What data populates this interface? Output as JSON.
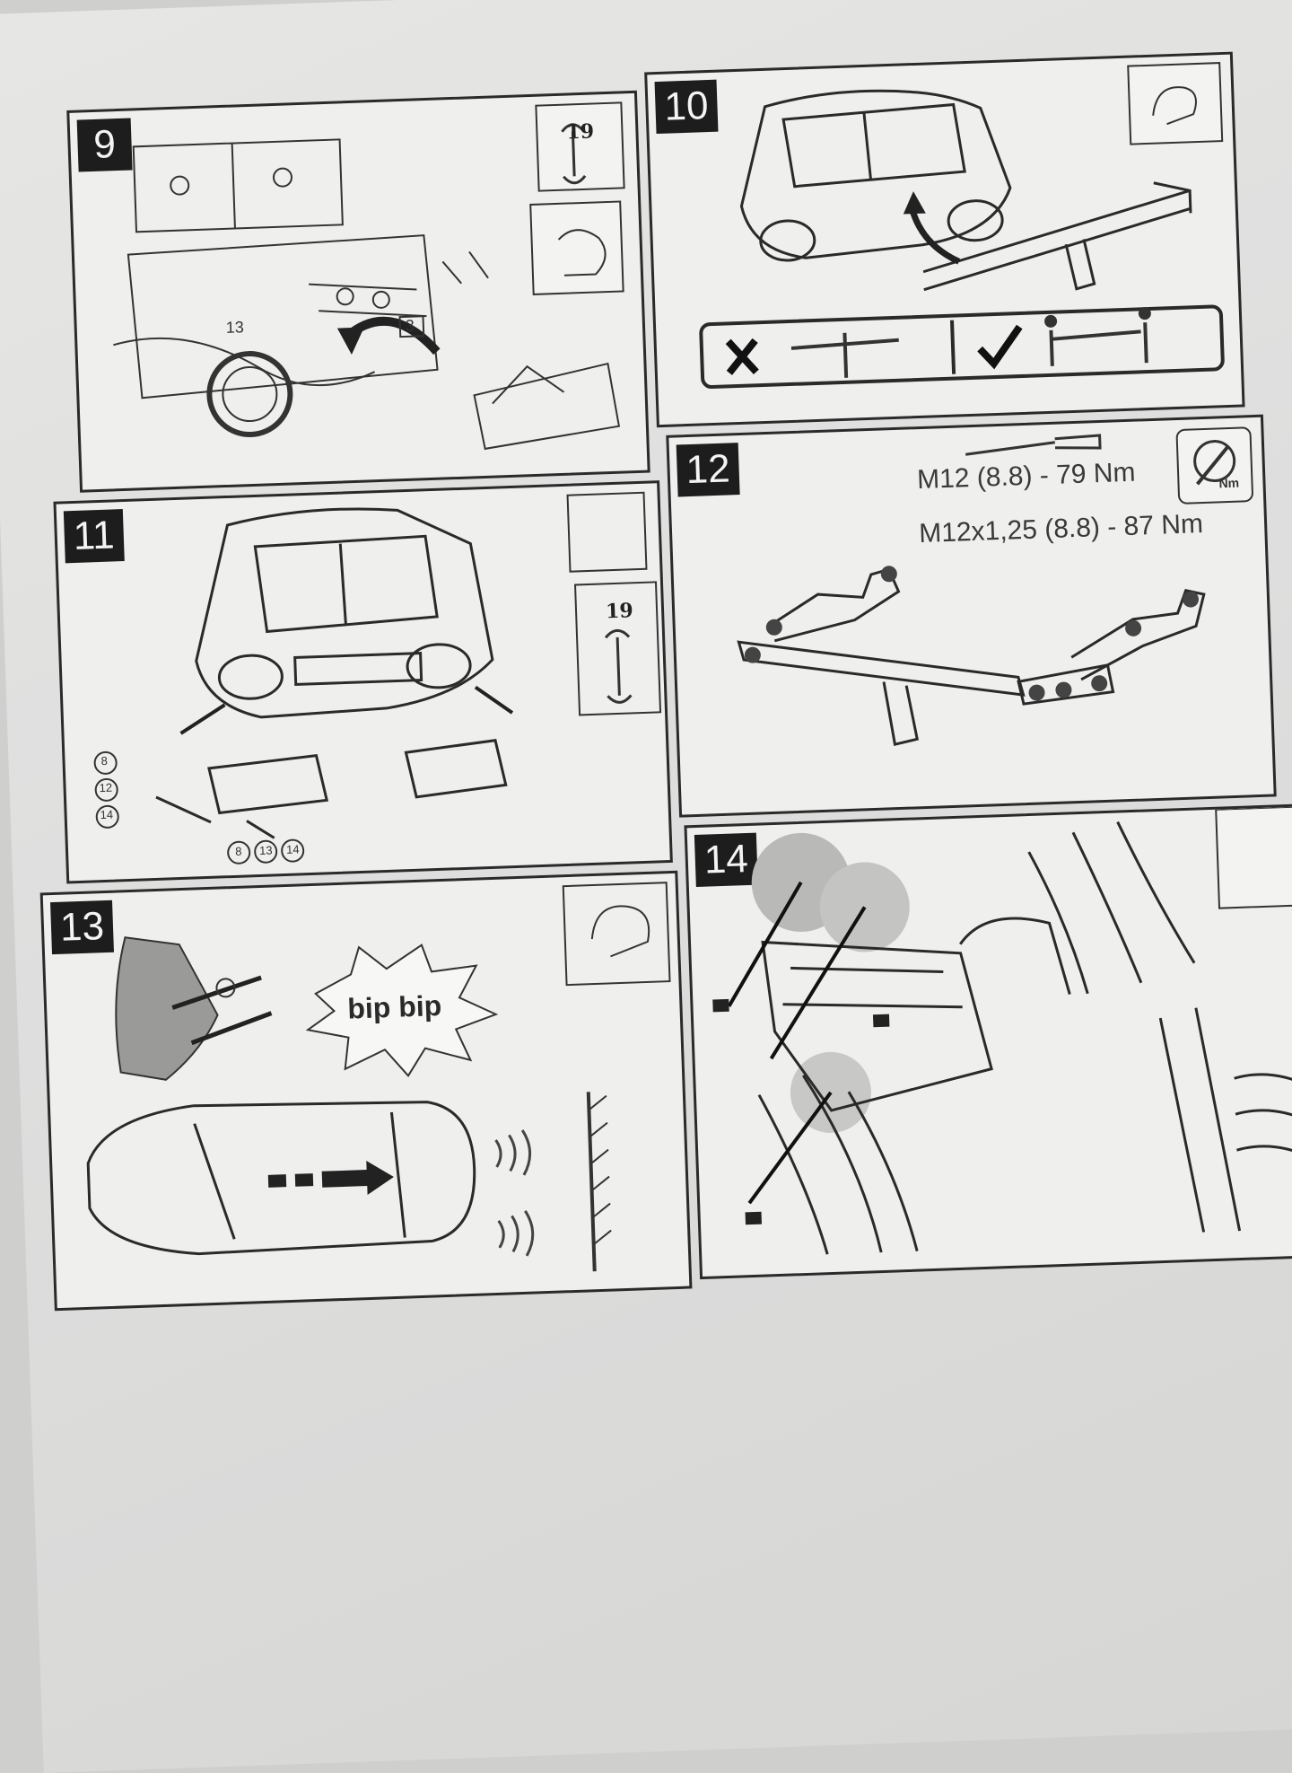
{
  "panels": {
    "p9": {
      "number": "9",
      "part_label": "3",
      "wrench_size": "19",
      "circle_label": "13"
    },
    "p10": {
      "number": "10"
    },
    "p11": {
      "number": "11",
      "wrench_size": "19",
      "bolt_labels_left": [
        "8",
        "12",
        "14"
      ],
      "bolt_labels_bottom": [
        "8",
        "13",
        "14"
      ]
    },
    "p12": {
      "number": "12",
      "torque_line_1": "M12 (8.8) - 79 Nm",
      "torque_line_2": "M12x1,25 (8.8) - 87 Nm",
      "torque_icon_label": "Nm"
    },
    "p13": {
      "number": "13",
      "sound_text": "bip bip"
    },
    "p14": {
      "number": "14"
    }
  }
}
